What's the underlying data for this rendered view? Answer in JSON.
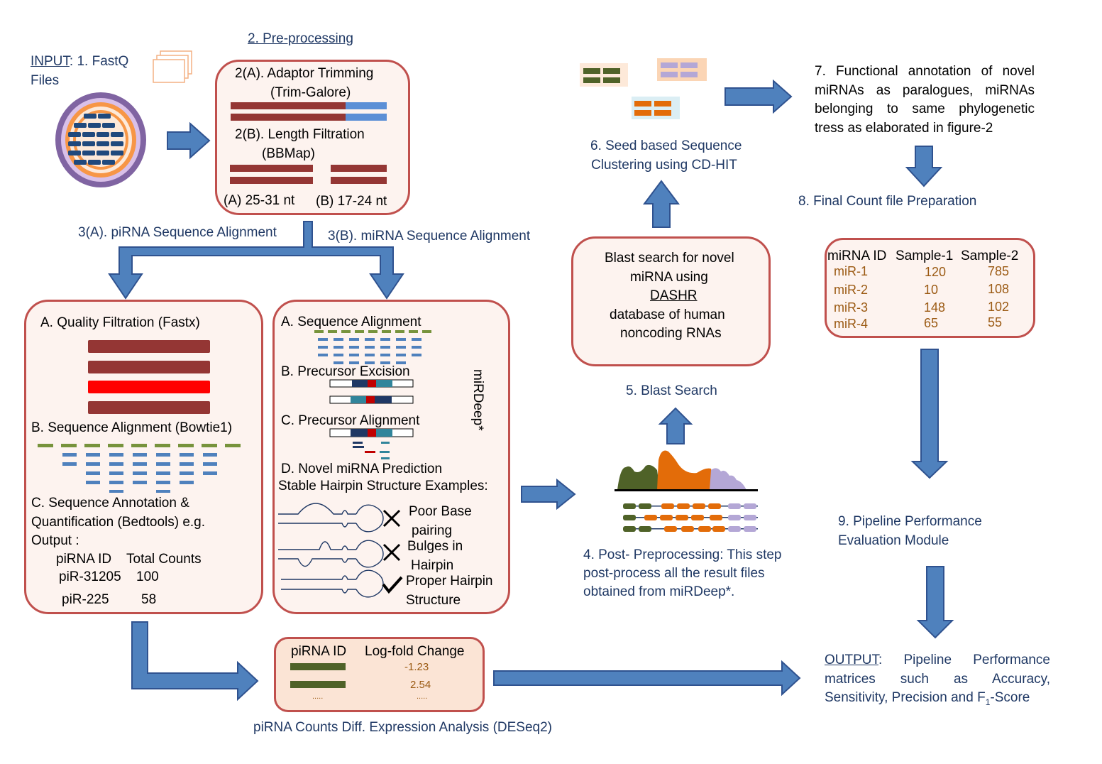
{
  "input": {
    "label_underlined": "INPUT",
    "label_rest": ": 1. FastQ",
    "label_line2": "Files"
  },
  "preprocessing": {
    "title": "2. Pre-processing",
    "adaptor_line1": "2(A). Adaptor Trimming",
    "adaptor_line2": "(Trim-Galore)",
    "length_line1": "2(B). Length Filtration",
    "length_line2": "(BBMap)",
    "range_a": "(A) 25-31 nt",
    "range_b": "(B) 17-24 nt"
  },
  "alignment": {
    "pirna_title": "3(A). piRNA Sequence Alignment",
    "mirna_title": "3(B). miRNA Sequence Alignment"
  },
  "pirna_box": {
    "quality": "A. Quality Filtration (Fastx)",
    "seq_align": "B. Sequence Alignment (Bowtie1)",
    "annot_line1": "C. Sequence Annotation &",
    "annot_line2": "Quantification (Bedtools) e.g.",
    "annot_line3": "Output :",
    "table_header": [
      "piRNA ID",
      "Total Counts"
    ],
    "table_rows": [
      [
        "piR-31205",
        "100"
      ],
      [
        "piR-225",
        "58"
      ]
    ]
  },
  "mirna_box": {
    "seq_align": "A. Sequence Alignment",
    "precursor_excision": "B. Precursor Excision",
    "precursor_alignment": "C. Precursor Alignment",
    "novel_pred": "D. Novel miRNA Prediction",
    "hairpin_examples": "Stable Hairpin Structure Examples:",
    "side_label": "miRDeep*",
    "hairpin_1_line1": "Poor Base",
    "hairpin_1_line2": "pairing",
    "hairpin_2_line1": "Bulges in",
    "hairpin_2_line2": "Hairpin",
    "hairpin_3_line1": "Proper Hairpin",
    "hairpin_3_line2": "Structure"
  },
  "post_processing": {
    "line1": "4. Post- Preprocessing: This step",
    "line2": "post-process all the result files",
    "line3": "obtained from miRDeep*."
  },
  "blast": {
    "title": "5. Blast Search",
    "box_line1": "Blast search for novel",
    "box_line2": "miRNA  using",
    "box_line3": "DASHR",
    "box_line4": "database of  human",
    "box_line5": "noncoding RNAs"
  },
  "clustering": {
    "line1": "6. Seed based Sequence",
    "line2": "Clustering using CD-HIT"
  },
  "functional": {
    "line1": "7. Functional annotation of novel",
    "line2": "miRNAs as paralogues, miRNAs",
    "line3": "belonging to same phylogenetic",
    "line4": "tress as elaborated in figure-2"
  },
  "final_count": {
    "title": "8. Final Count file Preparation",
    "header": [
      "miRNA ID",
      "Sample-1",
      "Sample-2"
    ],
    "rows": [
      [
        "miR-1",
        "120",
        "785"
      ],
      [
        "miR-2",
        "10",
        "108"
      ],
      [
        "miR-3",
        "148",
        "102"
      ],
      [
        "miR-4",
        "65",
        "55"
      ]
    ]
  },
  "evaluation": {
    "line1": "9. Pipeline Performance",
    "line2": "Evaluation Module"
  },
  "output": {
    "label_underlined": "OUTPUT",
    "line1_rest": ": Pipeline Performance",
    "line2": "matrices such as Accuracy,",
    "line3_prefix": "Sensitivity, Precision and F",
    "line3_sub": "1",
    "line3_suffix": "-Score"
  },
  "deseq": {
    "header": [
      "piRNA ID",
      "Log-fold Change"
    ],
    "values": [
      "-1.23",
      "2.54"
    ],
    "ellipsis": ".....",
    "ellipsis_right": ".....",
    "caption": "piRNA Counts Diff. Expression Analysis (DESeq2)"
  },
  "colors": {
    "navy": "#1f3864",
    "box_border": "#c0504d",
    "box_fill": "#fdf3ef",
    "arrow": "#4f81bd",
    "dark_red": "#943634",
    "bright_red": "#ff0000",
    "olive": "#4f6228",
    "orange": "#e36c09",
    "lavender": "#b4a7d6",
    "blue_bar": "#5b8fd6",
    "brown_text": "#9b5a13"
  }
}
